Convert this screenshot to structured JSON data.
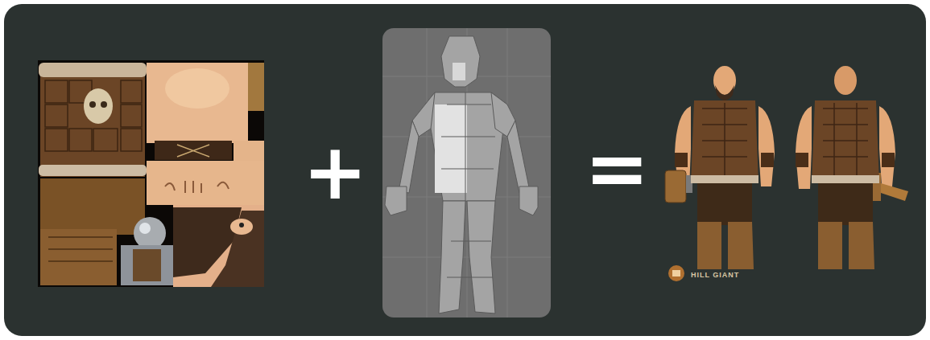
{
  "diagram": {
    "labels": [
      "+",
      "=",
      "HILL GIANT"
    ]
  }
}
